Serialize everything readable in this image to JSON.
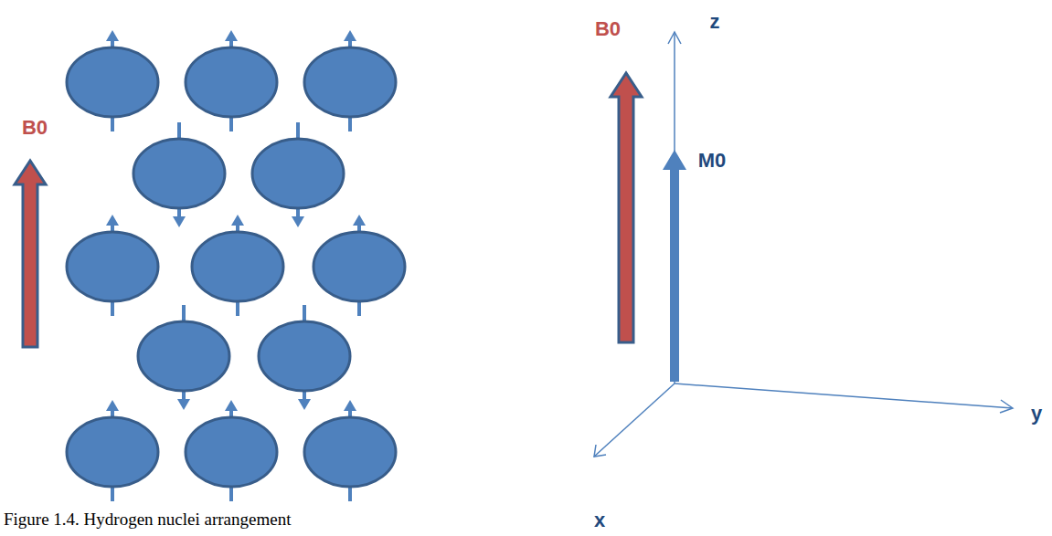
{
  "diagram": {
    "caption": "Figure 1.4. Hydrogen nuclei arrangement",
    "labels": [
      "B0",
      "B0",
      "z",
      "M0",
      "y",
      "x"
    ]
  }
}
